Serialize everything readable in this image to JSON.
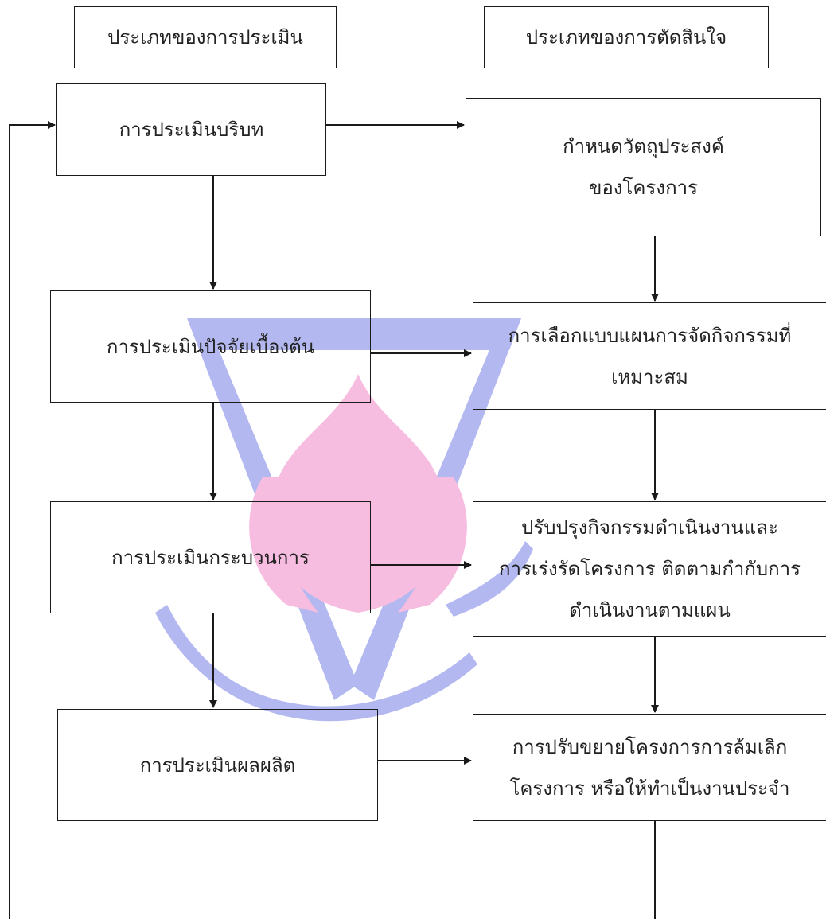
{
  "headers": {
    "evaluation_types": "ประเภทของการประเมิน",
    "decision_types": "ประเภทของการตัดสินใจ"
  },
  "evaluation_steps": [
    "การประเมินบริบท",
    "การประเมินปัจจัยเบื้องต้น",
    "การประเมินกระบวนการ",
    "การประเมินผลผลิต"
  ],
  "decision_steps": [
    "กำหนดวัตถุประสงค์\nของโครงการ",
    "การเลือกแบบแผนการจัดกิจกรรมที่\nเหมาะสม",
    "ปรับปรุงกิจกรรมดำเนินงานและ\nการเร่งรัดโครงการ ติดตามกำกับการ\nดำเนินงานตามแผน",
    "การปรับขยายโครงการการล้มเลิก\nโครงการ หรือให้ทำเป็นงานประจำ"
  ],
  "colors": {
    "line": "#1a1a1a",
    "watermark_triangle": "#b3b8f0",
    "watermark_lotus": "#f7bde0"
  }
}
